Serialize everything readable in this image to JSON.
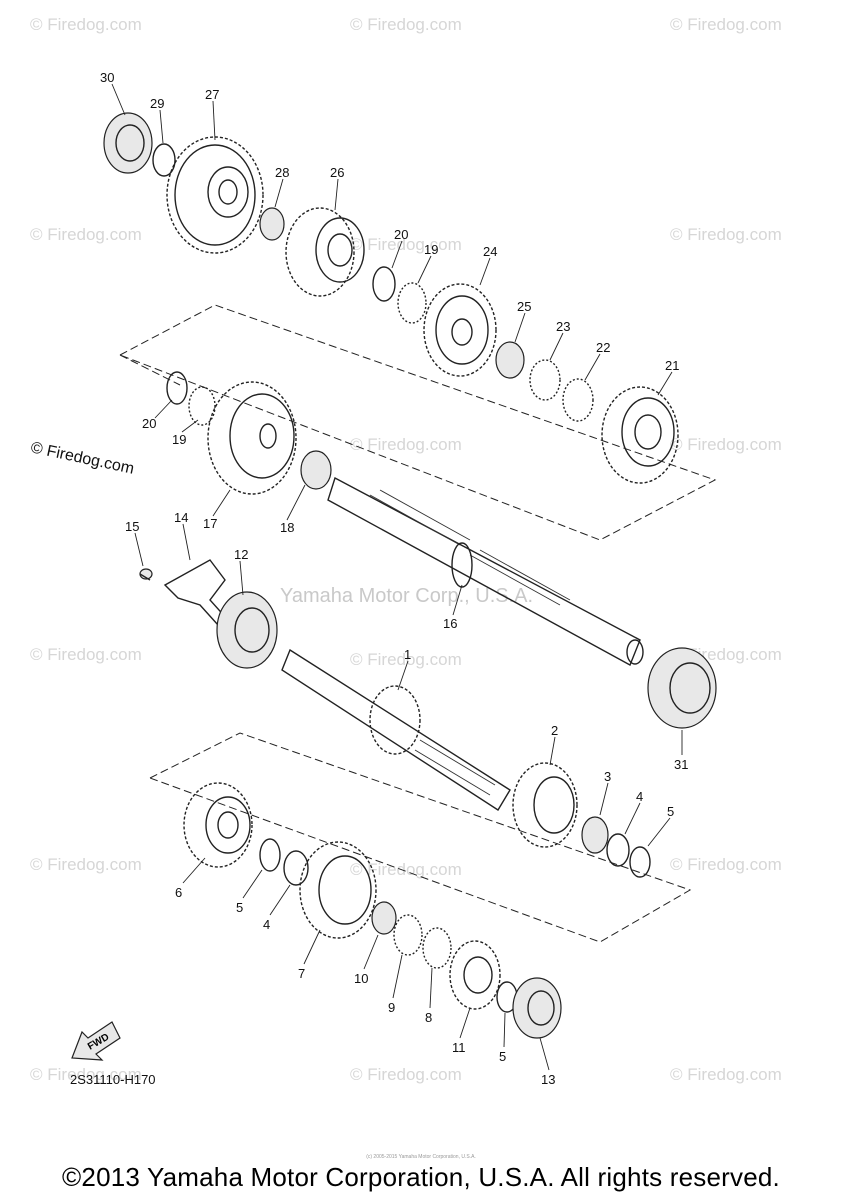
{
  "watermark": {
    "text": "© Firedog.com",
    "center_text": "Yamaha Motor Corp., U.S.A."
  },
  "diagram_code": "2S31110-H170",
  "fwd_label": "FWD",
  "footer": "©2013 Yamaha Motor Corporation, U.S.A. All rights reserved.",
  "tiny_note": "(c) 2005-2015 Yamaha Motor Corporation, U.S.A.",
  "callouts": [
    {
      "id": "30",
      "label": "30"
    },
    {
      "id": "29",
      "label": "29"
    },
    {
      "id": "27",
      "label": "27"
    },
    {
      "id": "28",
      "label": "28"
    },
    {
      "id": "26",
      "label": "26"
    },
    {
      "id": "20a",
      "label": "20"
    },
    {
      "id": "19a",
      "label": "19"
    },
    {
      "id": "24",
      "label": "24"
    },
    {
      "id": "25",
      "label": "25"
    },
    {
      "id": "23",
      "label": "23"
    },
    {
      "id": "22",
      "label": "22"
    },
    {
      "id": "21",
      "label": "21"
    },
    {
      "id": "20b",
      "label": "20"
    },
    {
      "id": "19b",
      "label": "19"
    },
    {
      "id": "17",
      "label": "17"
    },
    {
      "id": "18",
      "label": "18"
    },
    {
      "id": "15",
      "label": "15"
    },
    {
      "id": "14",
      "label": "14"
    },
    {
      "id": "12",
      "label": "12"
    },
    {
      "id": "16",
      "label": "16"
    },
    {
      "id": "1",
      "label": "1"
    },
    {
      "id": "31",
      "label": "31"
    },
    {
      "id": "2",
      "label": "2"
    },
    {
      "id": "3",
      "label": "3"
    },
    {
      "id": "4a",
      "label": "4"
    },
    {
      "id": "5a",
      "label": "5"
    },
    {
      "id": "6",
      "label": "6"
    },
    {
      "id": "5b",
      "label": "5"
    },
    {
      "id": "4b",
      "label": "4"
    },
    {
      "id": "7",
      "label": "7"
    },
    {
      "id": "10",
      "label": "10"
    },
    {
      "id": "9",
      "label": "9"
    },
    {
      "id": "8",
      "label": "8"
    },
    {
      "id": "11",
      "label": "11"
    },
    {
      "id": "5c",
      "label": "5"
    },
    {
      "id": "13",
      "label": "13"
    }
  ]
}
